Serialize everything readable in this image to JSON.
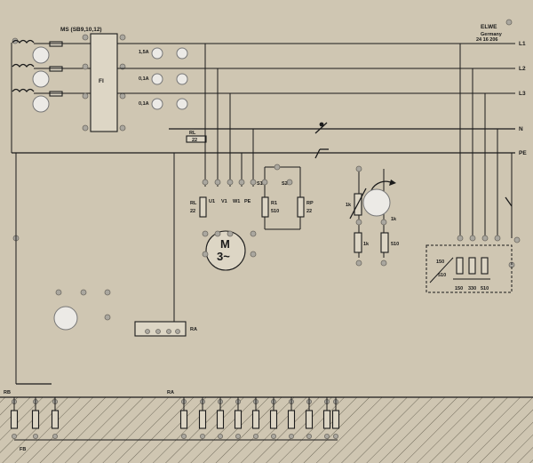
{
  "breaker_title": "MS  (SB9,10,12)",
  "breaker_block": "FI",
  "fuse_ratings": [
    "1,5A",
    "0,1A",
    "0,1A"
  ],
  "brand": {
    "logo": "ELWE",
    "country": "Germany",
    "code": "24 16 206"
  },
  "lines": [
    "L1",
    "L2",
    "L3",
    "N",
    "PE"
  ],
  "rl": {
    "name": "RL",
    "value": "22"
  },
  "motor": {
    "symbol": "M",
    "phase": "3~",
    "terminals": [
      "U1",
      "V1",
      "W1",
      "PE"
    ]
  },
  "s_switches": [
    "S1",
    "S2"
  ],
  "resistors": {
    "rl_side": {
      "name": "RL",
      "value": "22"
    },
    "r1": {
      "name": "R1",
      "value": "510"
    },
    "rp": {
      "name": "RP",
      "value": "22"
    }
  },
  "pot": {
    "left": "1k",
    "right": "1k",
    "lower": "1k",
    "lower_right": "510"
  },
  "dashed_box": {
    "labels": [
      "150",
      "510"
    ],
    "values": [
      "150",
      "330",
      "510"
    ]
  },
  "rack_label": "RA",
  "bus_left": "RB",
  "bus_mid": "RA",
  "bus_bottom": "FB"
}
